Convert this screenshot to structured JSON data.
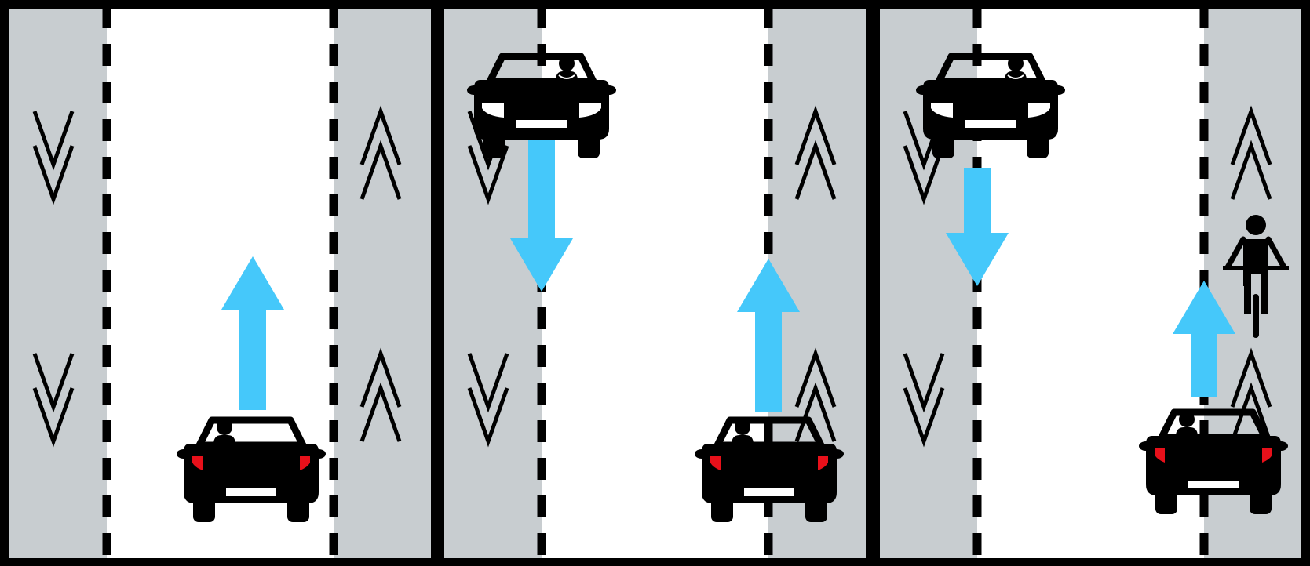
{
  "colors": {
    "frame": "#000000",
    "road": "#ffffff",
    "bike_lane": "#c8cdd0",
    "lane_marking": "#000000",
    "motion_arrow": "#45c8fa",
    "tail_light": "#e8101a",
    "vehicle": "#000000"
  },
  "icons": {
    "car_rear": "car-rear-icon",
    "car_front": "car-front-icon",
    "cyclist": "cyclist-icon",
    "motion_arrow": "motion-arrow-icon",
    "lane_chevron": "lane-chevron-icon"
  },
  "panels": [
    {
      "id": "panel-1",
      "lanes": [
        {
          "side": "left",
          "direction": "down"
        },
        {
          "side": "right",
          "direction": "up"
        }
      ],
      "vehicles": [
        {
          "type": "car",
          "facing": "rear",
          "lane": "road",
          "motion": "up"
        }
      ]
    },
    {
      "id": "panel-2",
      "lanes": [
        {
          "side": "left",
          "direction": "down"
        },
        {
          "side": "right",
          "direction": "up"
        }
      ],
      "vehicles": [
        {
          "type": "car",
          "facing": "front",
          "lane": "left-line",
          "motion": "down"
        },
        {
          "type": "car",
          "facing": "rear",
          "lane": "right-line",
          "motion": "up"
        }
      ]
    },
    {
      "id": "panel-3",
      "lanes": [
        {
          "side": "left",
          "direction": "down"
        },
        {
          "side": "right",
          "direction": "up"
        }
      ],
      "vehicles": [
        {
          "type": "car",
          "facing": "front",
          "lane": "left-line",
          "motion": "down"
        },
        {
          "type": "car",
          "facing": "rear",
          "lane": "right-line",
          "motion": "up"
        },
        {
          "type": "bicycle",
          "facing": "rear",
          "lane": "right-lane",
          "motion": "up"
        }
      ]
    }
  ]
}
